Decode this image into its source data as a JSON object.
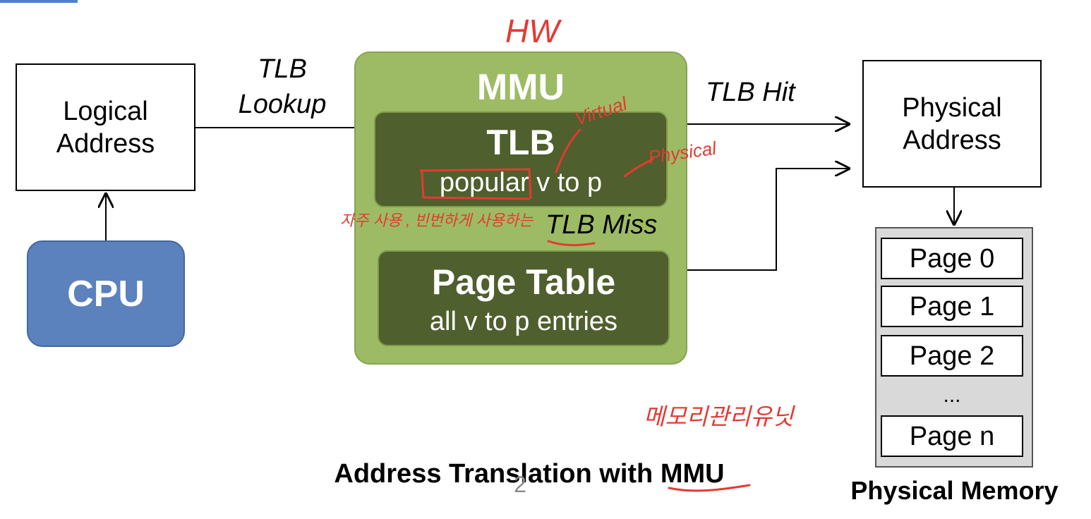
{
  "cpu": {
    "label": "CPU"
  },
  "logical_address": {
    "line1": "Logical",
    "line2": "Address"
  },
  "physical_address": {
    "line1": "Physical",
    "line2": "Address"
  },
  "mmu": {
    "title": "MMU",
    "tlb": {
      "title": "TLB",
      "description": "popular v to p"
    },
    "page_table": {
      "title": "Page Table",
      "description": "all v to p entries"
    }
  },
  "edges": {
    "tlb_lookup": {
      "line1": "TLB",
      "line2": "Lookup"
    },
    "tlb_hit": "TLB Hit",
    "tlb_miss": "TLB Miss"
  },
  "physical_memory": {
    "caption": "Physical Memory",
    "pages": [
      "Page 0",
      "Page 1",
      "Page 2",
      "...",
      "Page n"
    ]
  },
  "caption": "Address Translation with MMU",
  "page_number": "2",
  "annotations": {
    "hw": "HW",
    "virtual": "Virtual",
    "physical": "Physical",
    "frequent_use": "자주 사용 , 빈번하게 사용하는",
    "memory_management_unit": "메모리관리유닛"
  },
  "colors": {
    "cpu_fill": "#5b82bc",
    "mmu_fill": "#9dbb64",
    "inner_box_fill": "#4f5f2d",
    "memory_fill": "#d9d9d9",
    "ink_red": "#e23b33",
    "accent_blue": "#4e7fd1"
  }
}
